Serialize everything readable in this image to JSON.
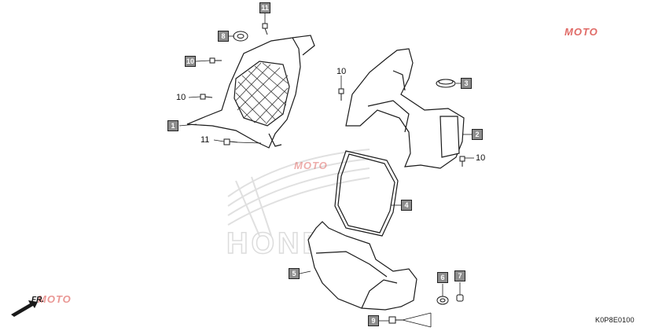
{
  "callouts": {
    "c1": "1",
    "c2": "2",
    "c3": "3",
    "c4": "4",
    "c5": "5",
    "c6": "6",
    "c7": "7",
    "c8": "8",
    "c9": "9",
    "c10a": "10",
    "c11a": "11"
  },
  "plain_labels": {
    "p10_left_upper": "10",
    "p10_mid": "10",
    "p10_right": "10",
    "p11_bottom": "11"
  },
  "direction": {
    "label": "FR."
  },
  "catalog_code": "K0P8E0100",
  "watermark": {
    "brand": "HONDA",
    "site": "MOTO"
  },
  "colors": {
    "callout_fill": "#8d8d8d",
    "line": "#1a1a1a",
    "watermark": "#d9d9d9",
    "logo_red": "#d9534f"
  }
}
